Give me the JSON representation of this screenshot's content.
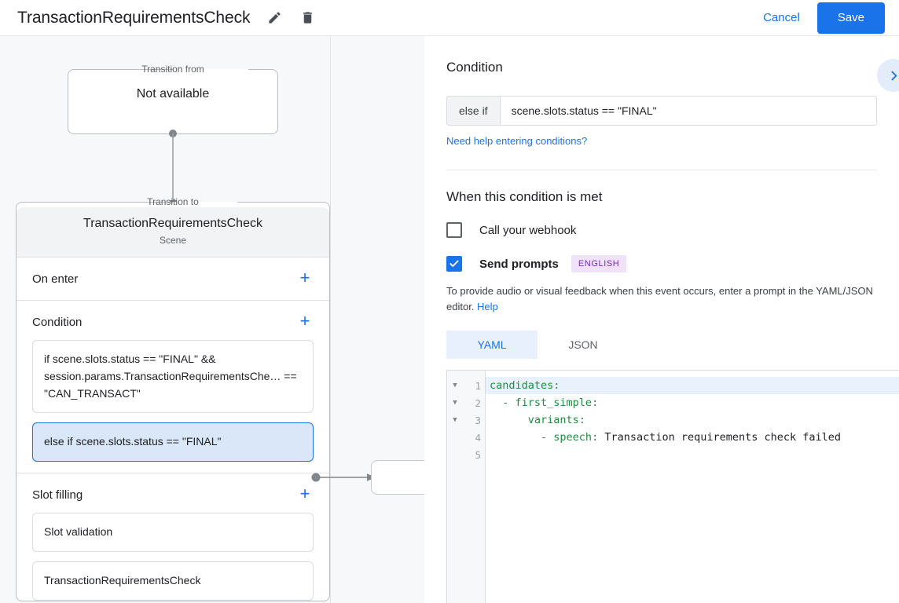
{
  "header": {
    "title": "TransactionRequirementsCheck",
    "edit_icon": "pencil-icon",
    "delete_icon": "trash-icon",
    "cancel_label": "Cancel",
    "save_label": "Save",
    "accent_color": "#1a73e8"
  },
  "graph": {
    "transition_from": {
      "legend": "Transition from",
      "value": "Not available"
    },
    "transition_to": {
      "legend": "Transition to",
      "scene_name": "TransactionRequirementsCheck",
      "scene_type": "Scene"
    },
    "sections": [
      {
        "title": "On enter",
        "add_label": "+",
        "items": []
      },
      {
        "title": "Condition",
        "add_label": "+",
        "items": [
          {
            "text": "if scene.slots.status == \"FINAL\" && session.params.TransactionRequirementsChe… == \"CAN_TRANSACT\"",
            "selected": false
          },
          {
            "text": "else if scene.slots.status == \"FINAL\"",
            "selected": true
          }
        ]
      },
      {
        "title": "Slot filling",
        "add_label": "+",
        "items": [
          {
            "text": "Slot validation",
            "selected": false
          },
          {
            "text": "TransactionRequirementsCheck",
            "selected": false
          }
        ]
      }
    ]
  },
  "detail": {
    "condition": {
      "heading": "Condition",
      "prefix": "else if",
      "value": "scene.slots.status == \"FINAL\"",
      "help_link": "Need help entering conditions?",
      "expand_icon": "chevron-right-icon"
    },
    "when_met": {
      "heading": "When this condition is met",
      "webhook": {
        "label": "Call your webhook",
        "checked": false
      },
      "prompts": {
        "label": "Send prompts",
        "checked": true,
        "badge": "ENGLISH",
        "badge_bg": "#f0e2fb",
        "badge_color": "#7627c4",
        "description": "To provide audio or visual feedback when this event occurs, enter a prompt in the YAML/JSON editor.",
        "help_label": "Help"
      },
      "tabs": [
        {
          "label": "YAML",
          "active": true
        },
        {
          "label": "JSON",
          "active": false
        }
      ]
    },
    "editor": {
      "lines": [
        {
          "number": "1",
          "foldable": true,
          "highlight": true,
          "segments": [
            {
              "text": "candidates",
              "style": "key"
            },
            {
              "text": ":",
              "style": "punct"
            }
          ]
        },
        {
          "number": "2",
          "foldable": true,
          "highlight": false,
          "segments": [
            {
              "text": "  - ",
              "style": "punct"
            },
            {
              "text": "first_simple",
              "style": "key"
            },
            {
              "text": ":",
              "style": "punct"
            }
          ]
        },
        {
          "number": "3",
          "foldable": true,
          "highlight": false,
          "segments": [
            {
              "text": "      ",
              "style": "punct"
            },
            {
              "text": "variants",
              "style": "key"
            },
            {
              "text": ":",
              "style": "punct"
            }
          ]
        },
        {
          "number": "4",
          "foldable": false,
          "highlight": false,
          "segments": [
            {
              "text": "        - ",
              "style": "punct"
            },
            {
              "text": "speech",
              "style": "key"
            },
            {
              "text": ":",
              "style": "punct"
            },
            {
              "text": " Transaction requirements check failed",
              "style": "plain"
            }
          ]
        },
        {
          "number": "5",
          "foldable": false,
          "highlight": false,
          "segments": []
        }
      ]
    }
  }
}
